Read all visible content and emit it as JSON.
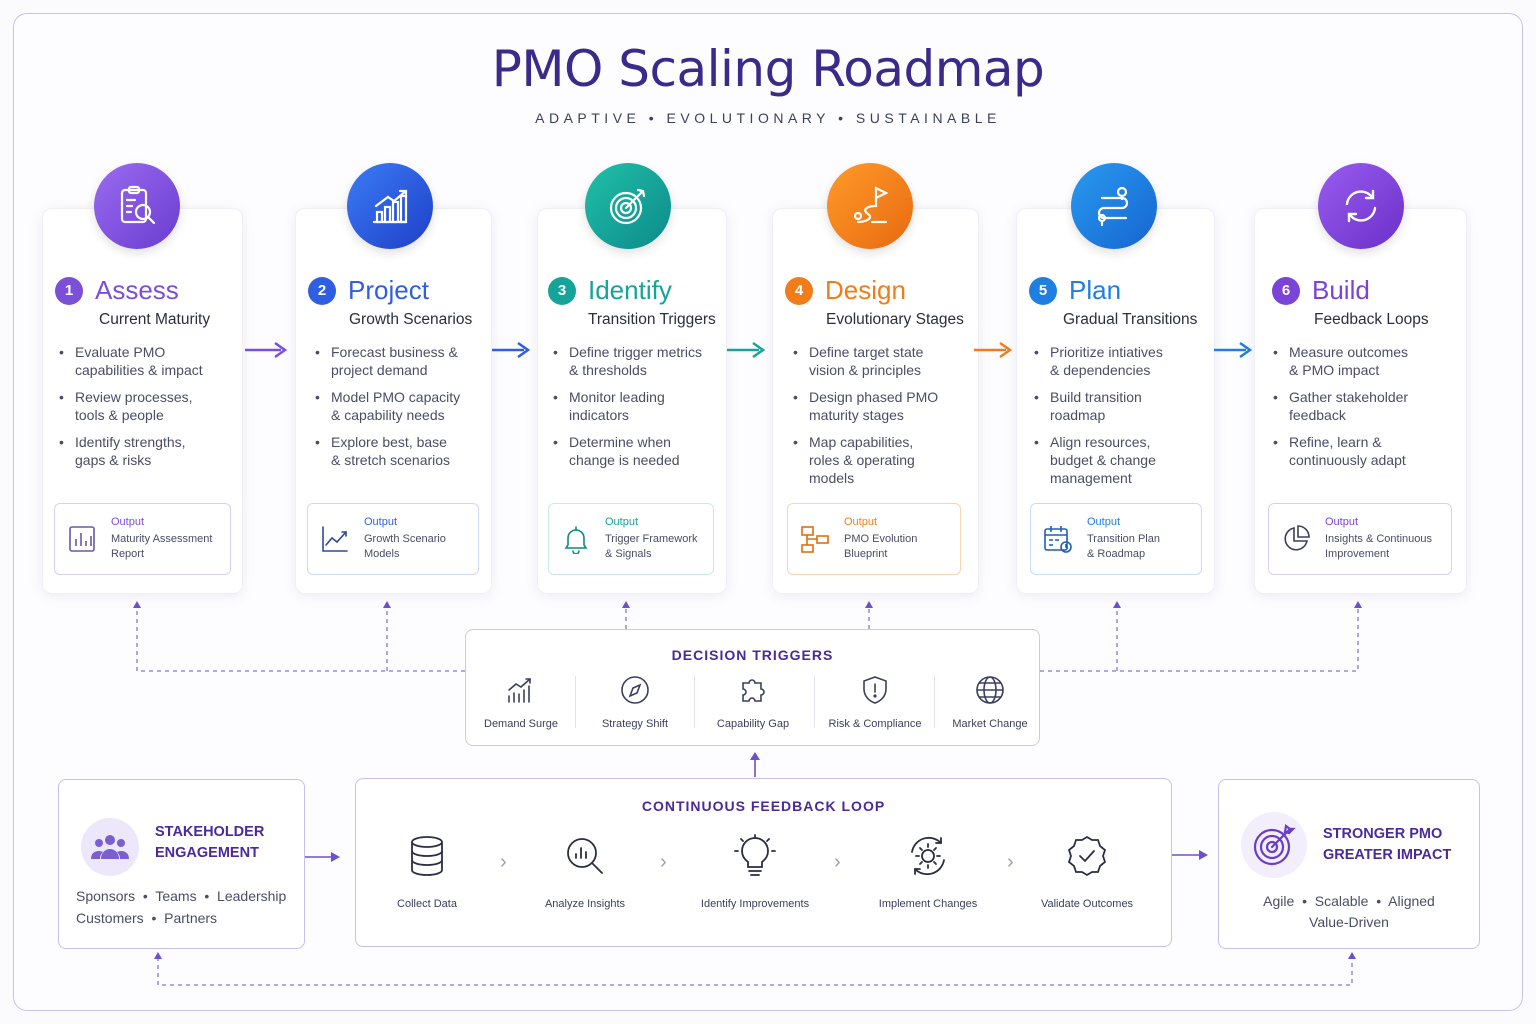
{
  "header": {
    "title": "PMO Scaling Roadmap",
    "subtitle": "ADAPTIVE • EVOLUTIONARY • SUSTAINABLE"
  },
  "stages": [
    {
      "number": "1",
      "name": "Assess",
      "subtitle": "Current Maturity",
      "color": "#7b4fd8",
      "icon": "clipboard-search-icon",
      "bullets": [
        "Evaluate PMO\ncapabilities & impact",
        "Review processes,\ntools & people",
        "Identify strengths,\ngaps & risks"
      ],
      "output_label": "Output",
      "output": "Maturity Assessment\nReport",
      "output_icon": "bar-chart-icon"
    },
    {
      "number": "2",
      "name": "Project",
      "subtitle": "Growth Scenarios",
      "color": "#2f5fe0",
      "icon": "growth-chart-icon",
      "bullets": [
        "Forecast business &\nproject demand",
        "Model PMO capacity\n& capability needs",
        "Explore best, base\n& stretch scenarios"
      ],
      "output_label": "Output",
      "output": "Growth Scenario\nModels",
      "output_icon": "line-chart-icon"
    },
    {
      "number": "3",
      "name": "Identify",
      "subtitle": "Transition Triggers",
      "color": "#16a39a",
      "icon": "target-icon",
      "bullets": [
        "Define trigger metrics\n& thresholds",
        "Monitor leading\nindicators",
        "Determine when\nchange is needed"
      ],
      "output_label": "Output",
      "output": "Trigger Framework\n& Signals",
      "output_icon": "bell-icon"
    },
    {
      "number": "4",
      "name": "Design",
      "subtitle": "Evolutionary Stages",
      "color": "#f07d1a",
      "icon": "path-flag-icon",
      "bullets": [
        "Define target state\nvision & principles",
        "Design phased PMO\nmaturity stages",
        "Map capabilities,\nroles & operating\nmodels"
      ],
      "output_label": "Output",
      "output": "PMO Evolution\nBlueprint",
      "output_icon": "org-chart-icon"
    },
    {
      "number": "5",
      "name": "Plan",
      "subtitle": "Gradual Transitions",
      "color": "#1f7fe0",
      "icon": "route-icon",
      "bullets": [
        "Prioritize intiatives\n& dependencies",
        "Build transition\nroadmap",
        "Align resources,\nbudget & change\nmanagement"
      ],
      "output_label": "Output",
      "output": "Transition Plan\n& Roadmap",
      "output_icon": "calendar-icon"
    },
    {
      "number": "6",
      "name": "Build",
      "subtitle": "Feedback Loops",
      "color": "#7b44d8",
      "icon": "refresh-icon",
      "bullets": [
        "Measure outcomes\n& PMO impact",
        "Gather stakeholder\nfeedback",
        "Refine, learn &\ncontinuously adapt"
      ],
      "output_label": "Output",
      "output": "Insights & Continuous\nImprovement",
      "output_icon": "pie-chart-icon"
    }
  ],
  "decision_triggers": {
    "title": "DECISION TRIGGERS",
    "items": [
      {
        "label": "Demand Surge",
        "icon": "rising-bars-icon"
      },
      {
        "label": "Strategy Shift",
        "icon": "compass-icon"
      },
      {
        "label": "Capability Gap",
        "icon": "puzzle-icon"
      },
      {
        "label": "Risk & Compliance",
        "icon": "shield-icon"
      },
      {
        "label": "Market Change",
        "icon": "globe-icon"
      }
    ]
  },
  "feedback_loop": {
    "title": "CONTINUOUS FEEDBACK LOOP",
    "items": [
      {
        "label": "Collect Data",
        "icon": "database-icon"
      },
      {
        "label": "Analyze Insights",
        "icon": "magnifier-chart-icon"
      },
      {
        "label": "Identify Improvements",
        "icon": "lightbulb-icon"
      },
      {
        "label": "Implement Changes",
        "icon": "gear-cycle-icon"
      },
      {
        "label": "Validate Outcomes",
        "icon": "check-badge-icon"
      }
    ]
  },
  "stakeholder": {
    "title": "STAKEHOLDER\nENGAGEMENT",
    "line1": "Sponsors  •  Teams  •  Leadership",
    "line2": "Customers  •  Partners",
    "icon": "people-group-icon"
  },
  "impact": {
    "title": "STRONGER PMO\nGREATER IMPACT",
    "line1": "Agile  •  Scalable  •  Aligned",
    "line2": "Value-Driven",
    "icon": "target-arrow-icon"
  }
}
